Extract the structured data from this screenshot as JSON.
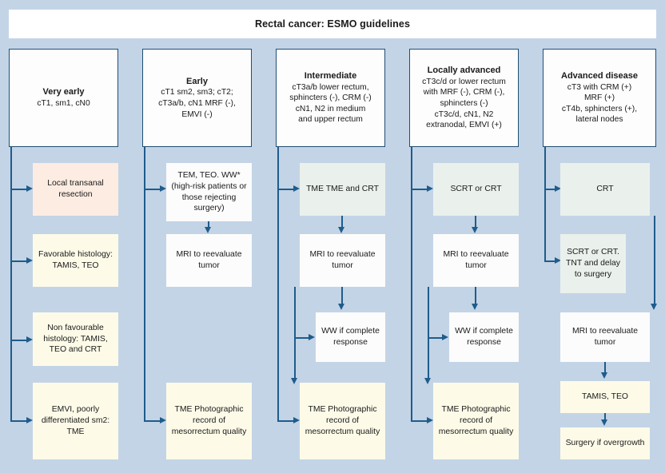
{
  "title": "Rectal cancer: ESMO guidelines",
  "columns": [
    {
      "id": "very-early",
      "header": {
        "title": "Very early",
        "lines": [
          "cT1, sm1, cN0"
        ]
      },
      "steps": [
        {
          "id": "local-transanal-resection",
          "text": "Local transanal resection",
          "color": "peach"
        },
        {
          "id": "favorable-histology",
          "text": "Favorable histology: TAMIS, TEO",
          "color": "cream"
        },
        {
          "id": "non-favourable-histology",
          "text": "Non favourable histology: TAMIS, TEO and CRT",
          "color": "cream"
        },
        {
          "id": "emvi-poorly-differentiated",
          "text": "EMVI, poorly differentiated sm2: TME",
          "color": "cream"
        }
      ]
    },
    {
      "id": "early",
      "header": {
        "title": "Early",
        "lines": [
          "cT1 sm2, sm3; cT2;",
          "cT3a/b, cN1 MRF (-),",
          "EMVI (-)"
        ]
      },
      "steps": [
        {
          "id": "tem-teo-ww",
          "text": "TEM, TEO. WW* (high-risk patients or those rejecting surgery)",
          "color": "white"
        },
        {
          "id": "mri-reevaluate",
          "text": "MRI to reevaluate tumor",
          "color": "white"
        },
        {
          "id": "tme-photographic-record",
          "text": "TME Photographic record of mesorrectum quality",
          "color": "cream"
        }
      ]
    },
    {
      "id": "intermediate",
      "header": {
        "title": "Intermediate",
        "lines": [
          "cT3a/b lower rectum,",
          "sphincters (-), CRM (-)",
          "cN1, N2 in medium",
          "and upper rectum"
        ]
      },
      "steps": [
        {
          "id": "tme-tme-and-crt",
          "text": "TME TME and CRT",
          "color": "mint"
        },
        {
          "id": "mri-reevaluate",
          "text": "MRI to reevaluate tumor",
          "color": "white"
        },
        {
          "id": "ww-if-complete-response",
          "text": "WW if complete response",
          "color": "white"
        },
        {
          "id": "tme-photographic-record",
          "text": "TME Photographic record of mesorrectum quality",
          "color": "cream"
        }
      ]
    },
    {
      "id": "locally-advanced",
      "header": {
        "title": "Locally advanced",
        "lines": [
          "cT3c/d or lower rectum",
          "with MRF (-), CRM (-),",
          "sphincters (-)",
          "cT3c/d, cN1, N2",
          "extranodal, EMVI (+)"
        ]
      },
      "steps": [
        {
          "id": "scrt-or-crt",
          "text": "SCRT or CRT",
          "color": "mint"
        },
        {
          "id": "mri-reevaluate",
          "text": "MRI to reevaluate tumor",
          "color": "white"
        },
        {
          "id": "ww-if-complete-response",
          "text": "WW if complete response",
          "color": "white"
        },
        {
          "id": "tme-photographic-record",
          "text": "TME Photographic record of mesorrectum quality",
          "color": "cream"
        }
      ]
    },
    {
      "id": "advanced-disease",
      "header": {
        "title": "Advanced disease",
        "lines": [
          "cT3 with CRM (+)",
          "MRF (+)",
          "cT4b, sphincters (+),",
          "lateral nodes"
        ]
      },
      "steps": [
        {
          "id": "crt",
          "text": "CRT",
          "color": "mint"
        },
        {
          "id": "scrt-or-crt-tnt",
          "text": "SCRT or CRT. TNT and delay to surgery",
          "color": "mint"
        },
        {
          "id": "mri-reevaluate",
          "text": "MRI to reevaluate tumor",
          "color": "white"
        },
        {
          "id": "tamis-teo",
          "text": "TAMIS, TEO",
          "color": "cream"
        },
        {
          "id": "surgery-if-overgrowth",
          "text": "Surgery if overgrowth",
          "color": "cream"
        }
      ]
    }
  ],
  "colors": {
    "background": "#c3d4e6",
    "connector": "#1f5c8b",
    "header_border": "#1f4f75",
    "cream": "#fdfbe8",
    "peach": "#fcece2",
    "mint": "#eaf0ec",
    "white": "#fcfcfc"
  }
}
